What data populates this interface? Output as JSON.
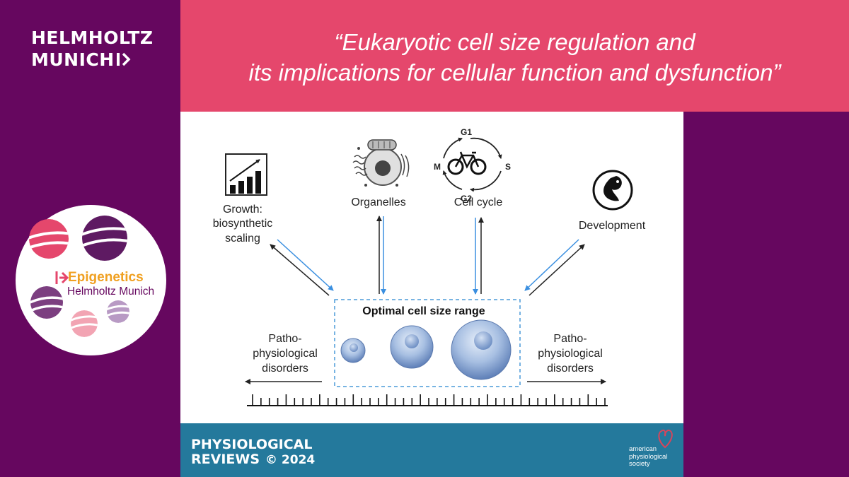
{
  "brand": {
    "line1": "HELMHOLTZ",
    "line2": "MUNICH"
  },
  "header": {
    "quote_line1": "“Eukaryotic cell size regulation and",
    "quote_line2": "its implications for cellular function and dysfunction”"
  },
  "badge": {
    "title": "Epigenetics",
    "subtitle": "Helmholtz Munich"
  },
  "diagram": {
    "nodes": {
      "growth": [
        "Growth:",
        "biosynthetic",
        "scaling"
      ],
      "organelles": "Organelles",
      "cell_cycle": "Cell cycle",
      "development": "Development"
    },
    "cycle_phases": {
      "g1": "G1",
      "s": "S",
      "g2": "G2",
      "m": "M"
    },
    "center_box_title": "Optimal cell size range",
    "left_label": [
      "Patho-",
      "physiological",
      "disorders"
    ],
    "right_label": [
      "Patho-",
      "physiological",
      "disorders"
    ]
  },
  "journal": {
    "line1": "PHYSIOLOGICAL",
    "line2": "REVIEWS",
    "copyright": "© 2024",
    "society": [
      "american",
      "physiological",
      "society"
    ]
  },
  "colors": {
    "background": "#66075f",
    "header_band": "#e5476c",
    "journal_band": "#24799c",
    "arrow_blue": "#3a8fe0",
    "badge_orange": "#f0a021"
  }
}
